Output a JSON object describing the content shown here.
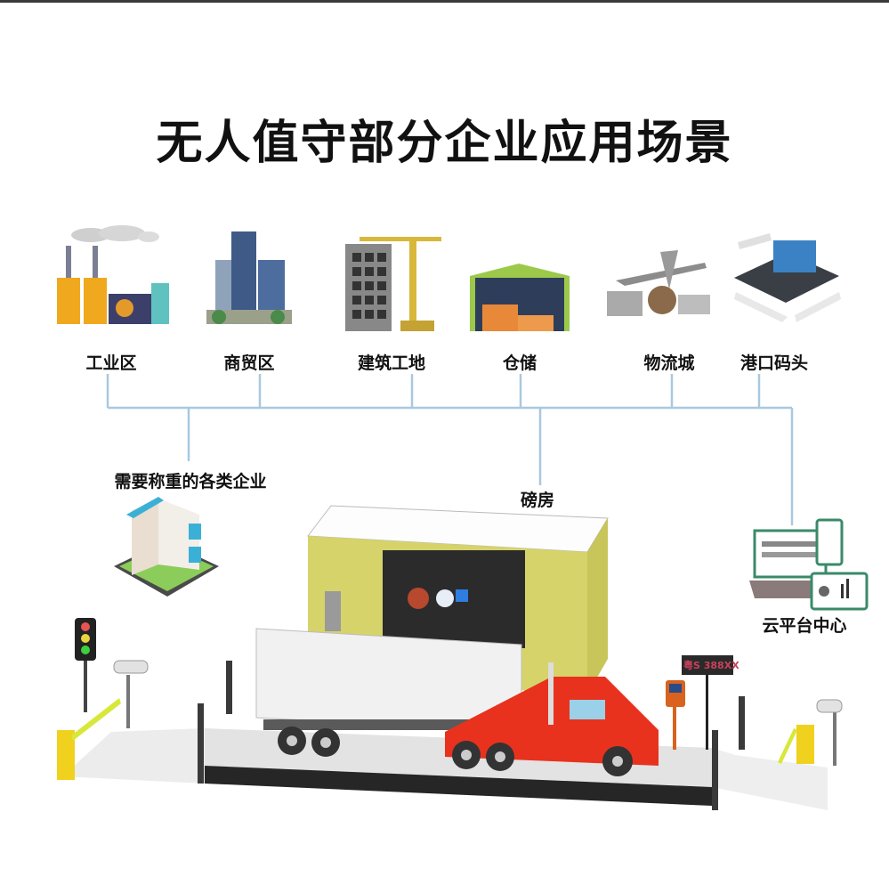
{
  "title": "无人值守部分企业应用场景",
  "categories": [
    {
      "label": "工业区",
      "icon": "factory-icon"
    },
    {
      "label": "商贸区",
      "icon": "office-towers-icon"
    },
    {
      "label": "建筑工地",
      "icon": "construction-crane-icon"
    },
    {
      "label": "仓储",
      "icon": "warehouse-icon"
    },
    {
      "label": "物流城",
      "icon": "logistics-plane-truck-icon"
    },
    {
      "label": "港口码头",
      "icon": "port-terminal-icon"
    }
  ],
  "nodes": {
    "enterprises": {
      "label": "需要称重的各类企业",
      "icon": "enterprise-building-icon"
    },
    "weigh_house": {
      "label": "磅房",
      "icon": "weigh-house-icon"
    },
    "cloud": {
      "label": "云平台中心",
      "icon": "cloud-platform-icon"
    }
  },
  "equipment": {
    "plate_display": "粤S 388XX",
    "traffic_light": "traffic-light-icon",
    "camera": "camera-icon",
    "barrier": "barrier-gate-icon",
    "card_reader": "card-reader-icon",
    "truck": "container-truck-icon"
  },
  "colors": {
    "connector": "#a9c8e0",
    "house_wall": "#d6d36a",
    "truck_red": "#e8321e",
    "plate_text": "#c9405a"
  }
}
